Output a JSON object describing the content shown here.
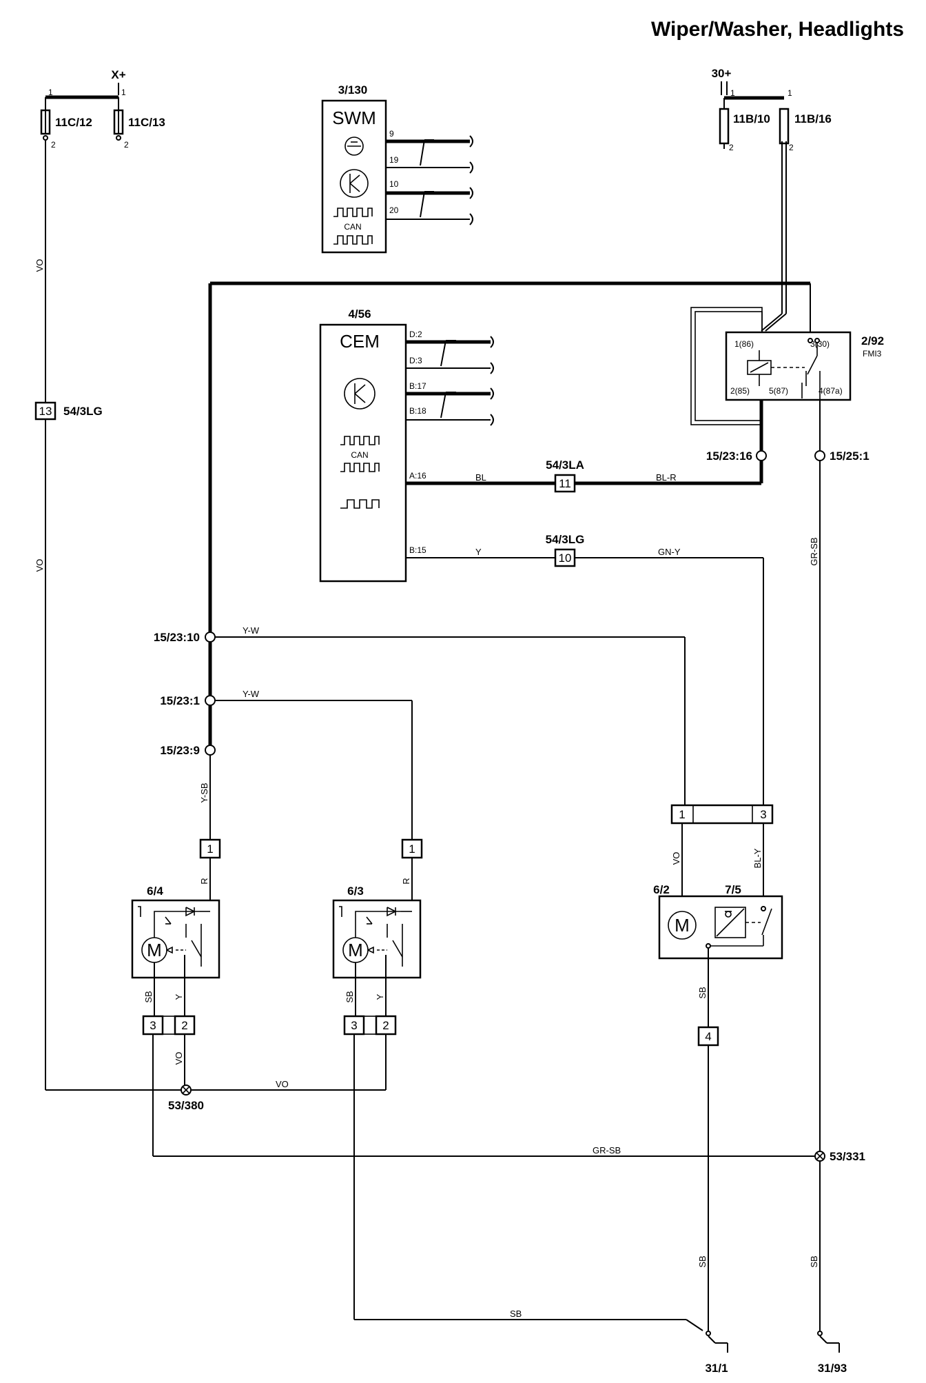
{
  "title": "Wiper/Washer, Headlights",
  "supplies": {
    "xplus": "X+",
    "b30": "30+"
  },
  "fuses": {
    "f11c12": "11C/12",
    "f11c13": "11C/13",
    "f11b10": "11B/10",
    "f11b16": "11B/16",
    "pin1": "1",
    "pin2": "2"
  },
  "swm": {
    "id": "3/130",
    "name": "SWM",
    "can": "CAN",
    "pins": [
      "9",
      "19",
      "10",
      "20"
    ]
  },
  "cem": {
    "id": "4/56",
    "name": "CEM",
    "can": "CAN",
    "pins": [
      "D:2",
      "D:3",
      "B:17",
      "B:18",
      "A:16",
      "B:15"
    ]
  },
  "relay": {
    "id": "2/92",
    "subtitle": "FMI3",
    "pins": [
      "1(86)",
      "3(30)",
      "2(85)",
      "5(87)",
      "4(87a)"
    ]
  },
  "connectors": {
    "c54_3lg_a": "54/3LG",
    "c54_3lg_a_pin": "13",
    "c54_3la": "54/3LA",
    "c54_3la_pin": "11",
    "c54_3lg_b": "54/3LG",
    "c54_3lg_b_pin": "10",
    "splice_1": "1",
    "splice_3": "3",
    "m64_pin": "1",
    "m63_pin": "1",
    "m64_p3": "3",
    "m64_p2": "2",
    "m63_p3": "3",
    "m63_p2": "2",
    "ground_pin": "4"
  },
  "nodes": {
    "n15_23_16": "15/23:16",
    "n15_25_1": "15/25:1",
    "n15_23_10": "15/23:10",
    "n15_23_1": "15/23:1",
    "n15_23_9": "15/23:9"
  },
  "components": {
    "m64": "6/4",
    "m63": "6/3",
    "m62": "6/2",
    "p75": "7/5",
    "m_letter": "M"
  },
  "grounds": {
    "g53_380": "53/380",
    "g53_331": "53/331",
    "g31_1": "31/1",
    "g31_93": "31/93"
  },
  "wire_colors": {
    "vo": "VO",
    "bl": "BL",
    "blr": "BL-R",
    "y": "Y",
    "gny": "GN-Y",
    "grsb": "GR-SB",
    "yw": "Y-W",
    "ysb": "Y-SB",
    "r": "R",
    "sb": "SB",
    "bly": "BL-Y"
  }
}
